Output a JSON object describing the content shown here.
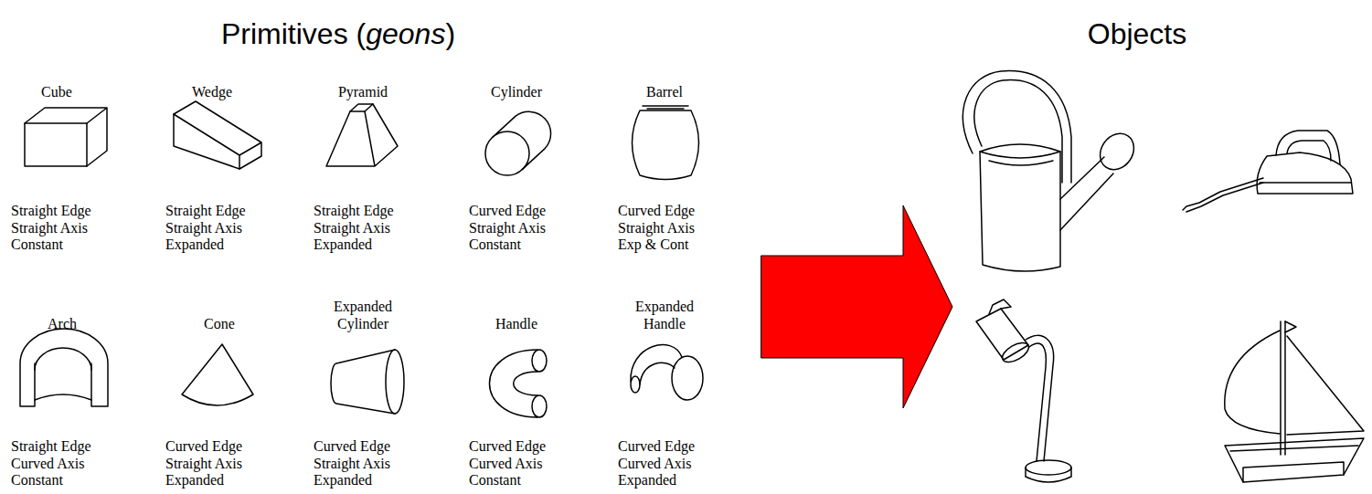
{
  "diagram": {
    "title": "Primitives (geons)",
    "labels": [
      "Objects",
      "Cube",
      "Straight Edge Straight Axis Constant",
      "Wedge",
      "Straight Edge Straight Axis Expanded",
      "Pyramid",
      "Straight Edge Straight Axis Expanded",
      "Cylinder",
      "Curved Edge Straight Axis Constant",
      "Barrel",
      "Curved Edge Straight Axis Exp & Cont",
      "Arch",
      "Straight Edge Curved Axis Constant",
      "Cone",
      "Curved Edge Straight Axis Expanded",
      "Expanded Cylinder",
      "Curved Edge Straight Axis Expanded",
      "Handle",
      "Curved Edge Curved Axis Constant",
      "Expanded Handle",
      "Curved Edge Curved Axis Expanded"
    ]
  }
}
